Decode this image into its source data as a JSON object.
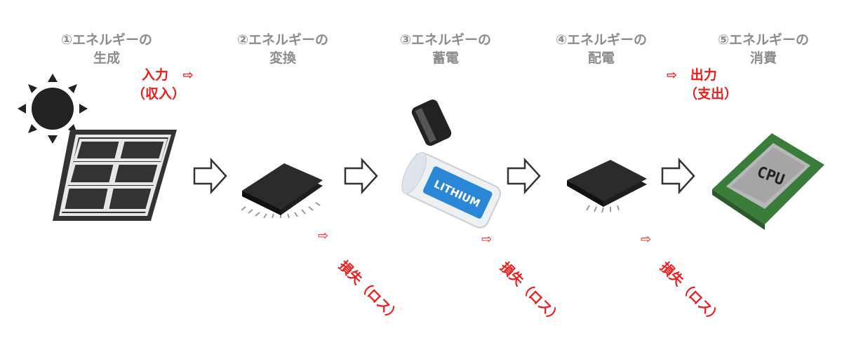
{
  "stages": [
    {
      "line1": "①エネルギーの",
      "line2": "生成"
    },
    {
      "line1": "②エネルギーの",
      "line2": "変換"
    },
    {
      "line1": "③エネルギーの",
      "line2": "蓄電"
    },
    {
      "line1": "④エネルギーの",
      "line2": "配電"
    },
    {
      "line1": "⑤エネルギーの",
      "line2": "消費"
    }
  ],
  "input": {
    "line1": "入力",
    "line2": "（収入）",
    "arrow": "⇨"
  },
  "output": {
    "line1": "出力",
    "line2": "（支出）",
    "arrow": "⇨"
  },
  "losses": [
    {
      "arrow": "⇨",
      "label": "損失（ロス）"
    },
    {
      "arrow": "⇨",
      "label": "損失（ロス）"
    },
    {
      "arrow": "⇨",
      "label": "損失（ロス）"
    }
  ],
  "battery_label": "LITHIUM",
  "cpu_label": "CPU",
  "colors": {
    "title_gray": "#8c8c8c",
    "accent_red": "#ee1c1c",
    "arrow_outline": "#333333",
    "chip": "#2b2b2b"
  }
}
